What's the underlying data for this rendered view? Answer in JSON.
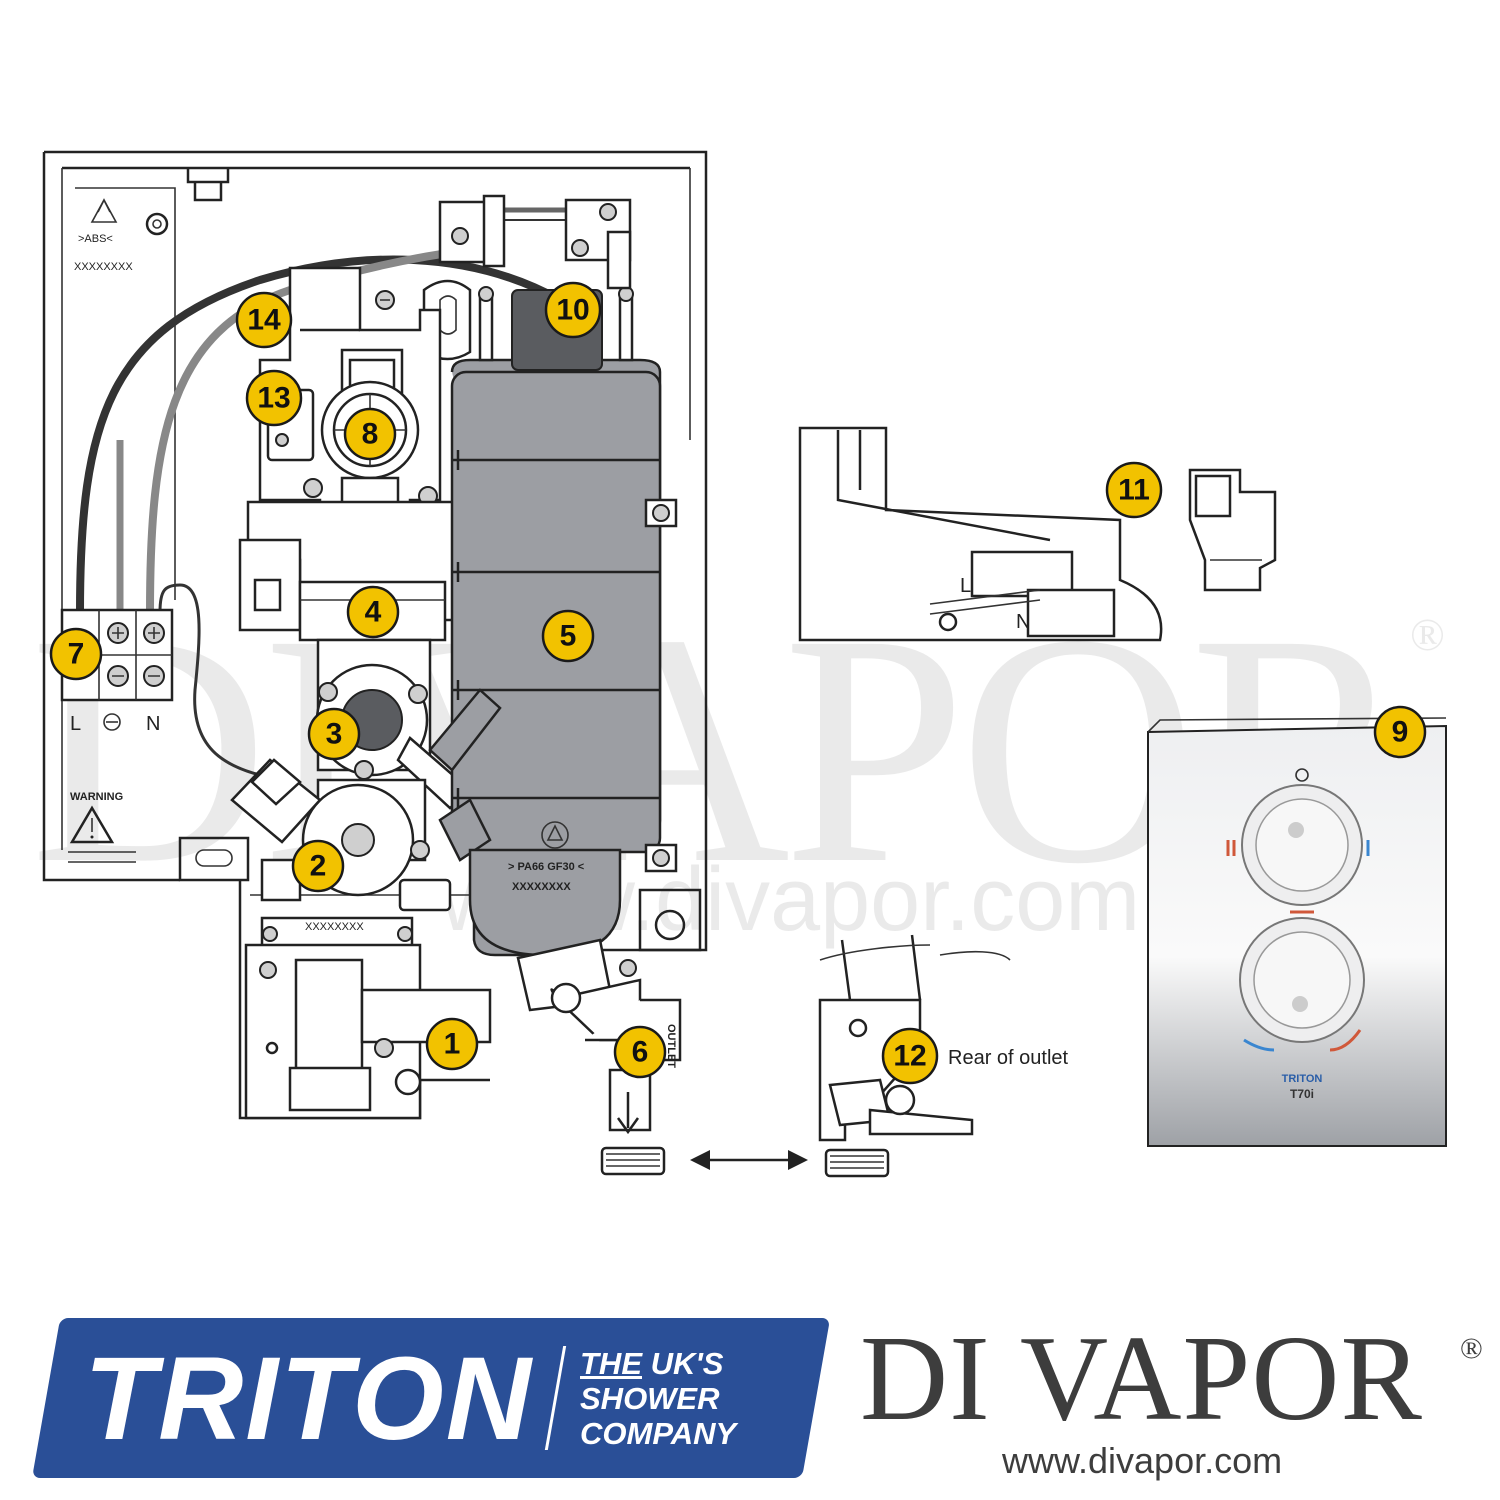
{
  "callouts": [
    "1",
    "2",
    "3",
    "4",
    "5",
    "6",
    "7",
    "8",
    "9",
    "10",
    "11",
    "12",
    "13",
    "14"
  ],
  "annotations": {
    "rear_of_outlet": "Rear of outlet",
    "outlet_stamp": "OUTLET",
    "abs_mark": ">ABS<",
    "serial_mark": "XXXXXXXX",
    "heater_material": "> PA66 GF30 <",
    "heater_serial": "XXXXXXXX",
    "terminal_l": "L",
    "terminal_n": "N",
    "warning": "WARNING",
    "mount_l": "L",
    "mount_n": "N",
    "panel_brand": "TRITON",
    "panel_model": "T70i"
  },
  "watermark": {
    "text": "DIVAPOR",
    "reg": "®",
    "url": "www.divapor.com"
  },
  "triton_logo": {
    "brand": "TRITON",
    "tag_the": "THE",
    "tag_line1_rest": "UK'S",
    "tag_line2": "SHOWER",
    "tag_line3": "COMPANY"
  },
  "divapor_logo": {
    "name": "DI VAPOR",
    "reg": "®",
    "url": "www.divapor.com"
  },
  "colors": {
    "callout": "#f2c200",
    "triton_blue": "#2a4f97",
    "heater_grey": "#9c9ea3"
  }
}
